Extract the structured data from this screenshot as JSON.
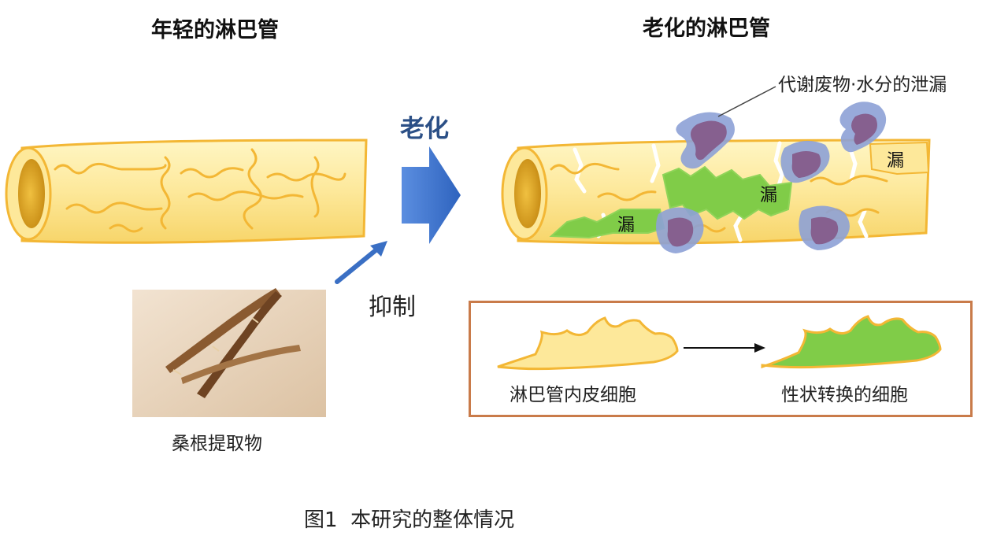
{
  "titles": {
    "young": "年轻的淋巴管",
    "aged": "老化的淋巴管"
  },
  "labels": {
    "aging": "老化",
    "suppress": "抑制",
    "extract": "桑根提取物",
    "leakage_note": "代谢废物·水分的泄漏",
    "leak1": "漏",
    "leak2": "漏",
    "leak3": "漏"
  },
  "legend": {
    "endothelial": "淋巴管内皮细胞",
    "transformed": "性状转换的细胞"
  },
  "caption": "图1  本研究的整体情况",
  "colors": {
    "vessel_fill": "#fde89a",
    "vessel_stroke": "#f3b735",
    "green": "#80cc48",
    "leak_blue": "#8da1d6",
    "leak_purple": "#86608f",
    "aging_arrow": "#3a6fc4",
    "frame": "#c97b4a",
    "aging_text": "#2b4f86"
  }
}
